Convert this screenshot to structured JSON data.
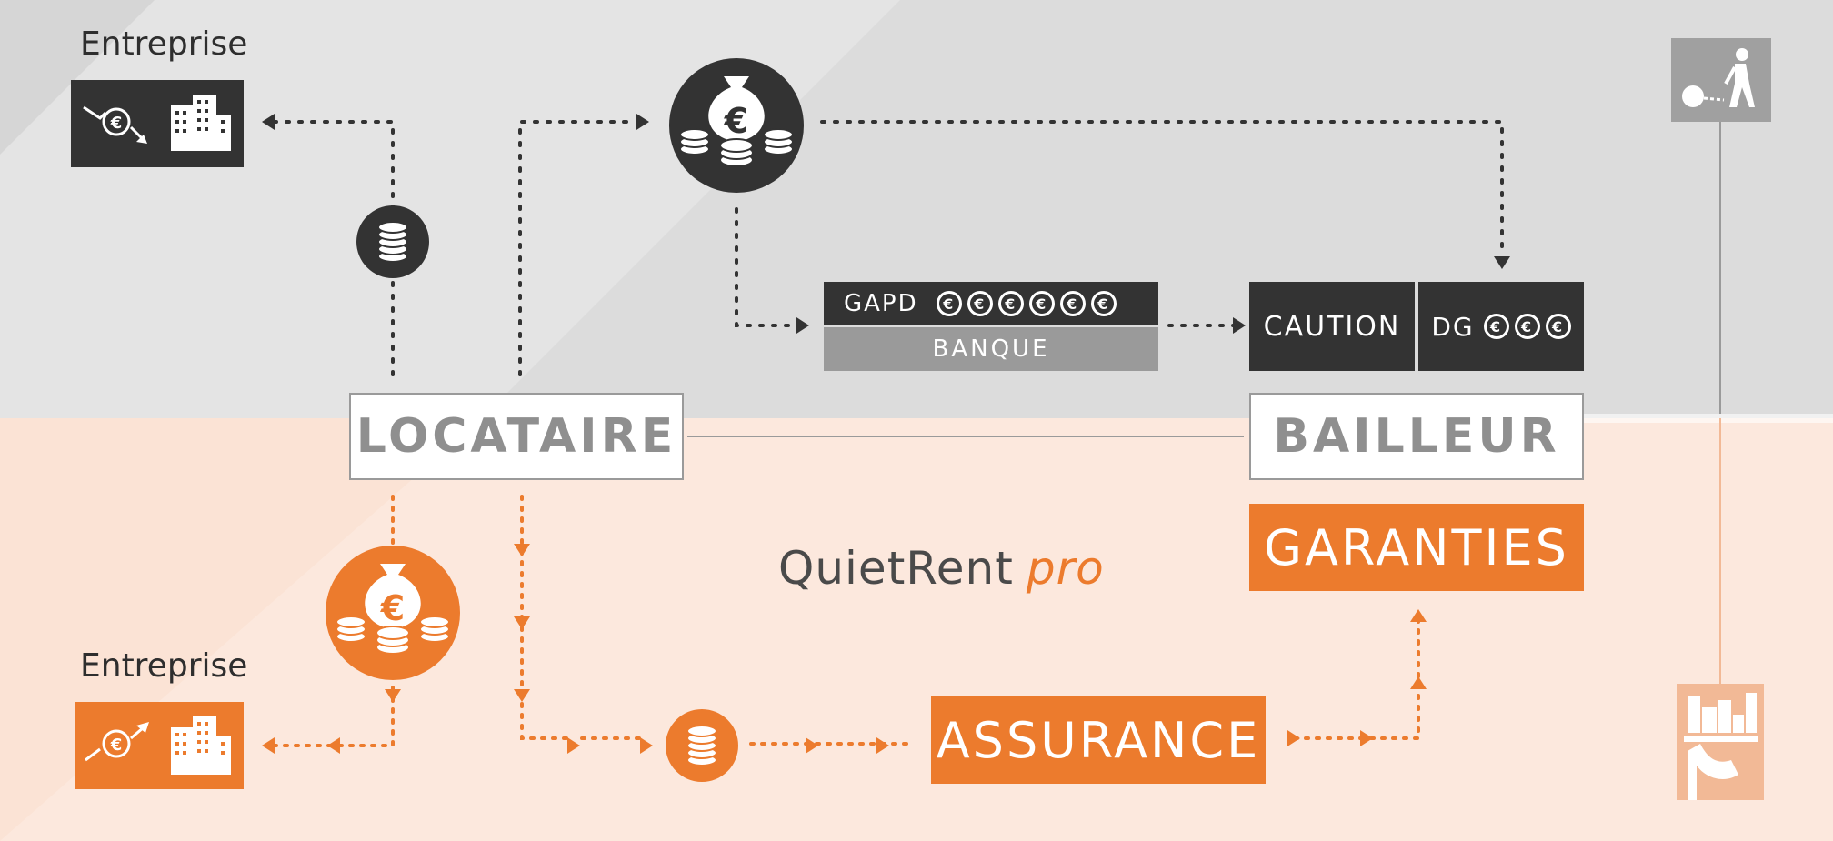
{
  "enterprise_top": {
    "label": "Entreprise"
  },
  "enterprise_bottom": {
    "label": "Entreprise"
  },
  "locataire": {
    "label": "LOCATAIRE"
  },
  "bailleur": {
    "label": "BAILLEUR"
  },
  "garanties": {
    "label": "GARANTIES"
  },
  "assurance": {
    "label": "ASSURANCE"
  },
  "gapd": {
    "label": "GAPD",
    "coin_count": 6
  },
  "banque": {
    "label": "BANQUE"
  },
  "caution": {
    "label": "CAUTION"
  },
  "dg": {
    "label": "DG",
    "coin_count": 3
  },
  "brand": {
    "name": "QuietRent",
    "suffix": "pro"
  },
  "icons": {
    "euro_symbol": "€",
    "money_bag_top": "money-bag-coins-icon",
    "money_bag_bottom": "money-bag-coins-icon",
    "coins_small_top": "coins-stack-icon",
    "coins_small_bottom": "coins-stack-icon",
    "company_loss": "euro-down-building-icon",
    "company_gain": "euro-up-building-icon",
    "prisoner": "ball-and-chain-walker-icon",
    "hand_buildings": "hand-holding-buildings-icon"
  },
  "colors": {
    "orange": "#ec7b2d",
    "dark": "#333333",
    "grey_box": "#9a9a9a",
    "bg_top": "#dedede",
    "bg_top_light": "#e6e6e6",
    "bg_bottom": "#fce8dd"
  }
}
